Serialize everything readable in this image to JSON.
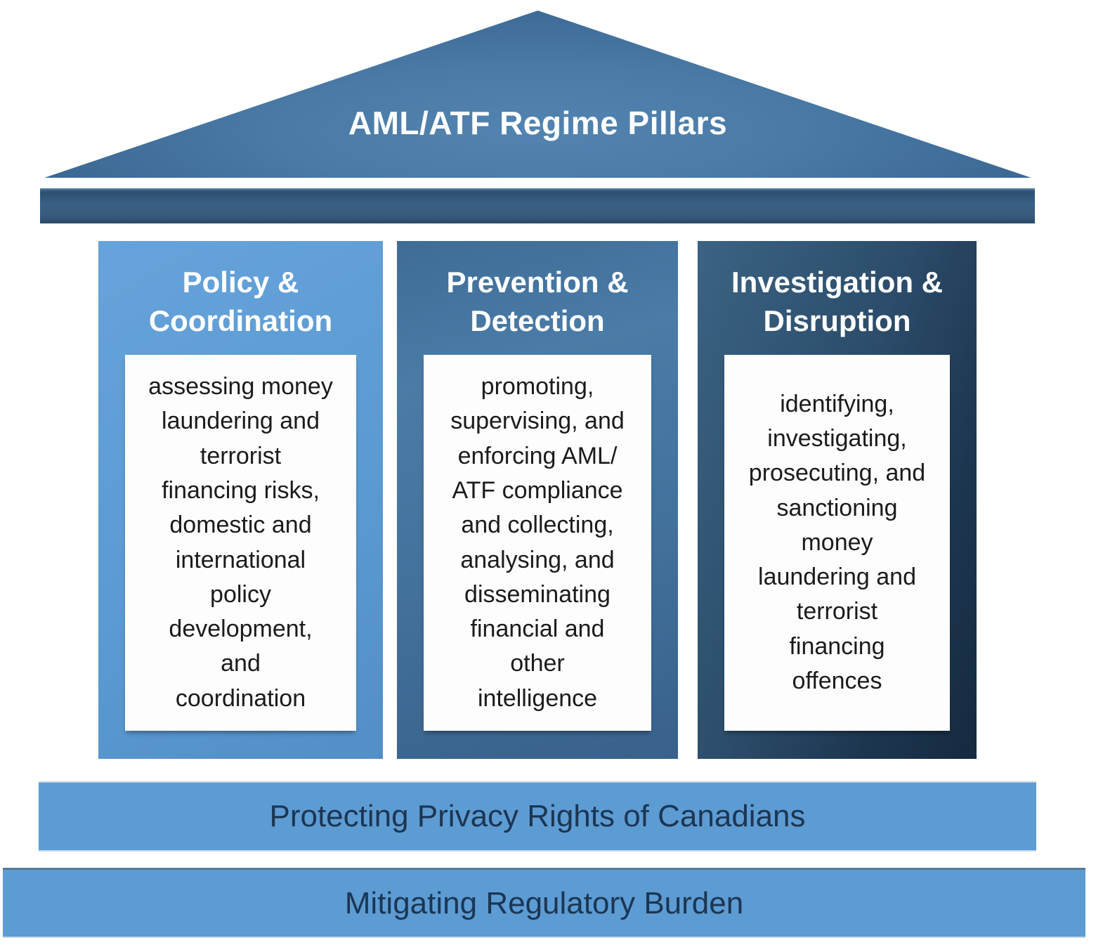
{
  "diagram": {
    "title": "AML/ATF Regime Pillars",
    "pillars": [
      {
        "heading": "Policy &\nCoordination",
        "body": "assessing money\nlaundering and\nterrorist\nfinancing risks,\ndomestic and\ninternational\npolicy\ndevelopment,\nand\ncoordination"
      },
      {
        "heading": "Prevention &\nDetection",
        "body": "promoting,\nsupervising, and\nenforcing AML/\nATF compliance\nand collecting,\nanalysing, and\ndisseminating\nfinancial and\nother\nintelligence"
      },
      {
        "heading": "Investigation &\nDisruption",
        "body": "identifying,\ninvestigating,\nprosecuting, and\nsanctioning\nmoney\nlaundering and\nterrorist\nfinancing\noffences"
      }
    ],
    "foundation_bars": [
      {
        "label": "Protecting Privacy Rights of Canadians"
      },
      {
        "label": "Mitigating Regulatory Burden"
      }
    ],
    "palette": {
      "light_blue": "#5d9bd3",
      "roof_blue_center": "#5384b1",
      "roof_blue_edge": "#335c85",
      "entablature_blue": "#3a6086",
      "pillar2_blue": "#42719c",
      "pillar3_navy": "#1d3650",
      "bar_text_navy": "#1b3653",
      "body_text": "#1b1b1b",
      "heading_text": "#ffffff"
    }
  }
}
